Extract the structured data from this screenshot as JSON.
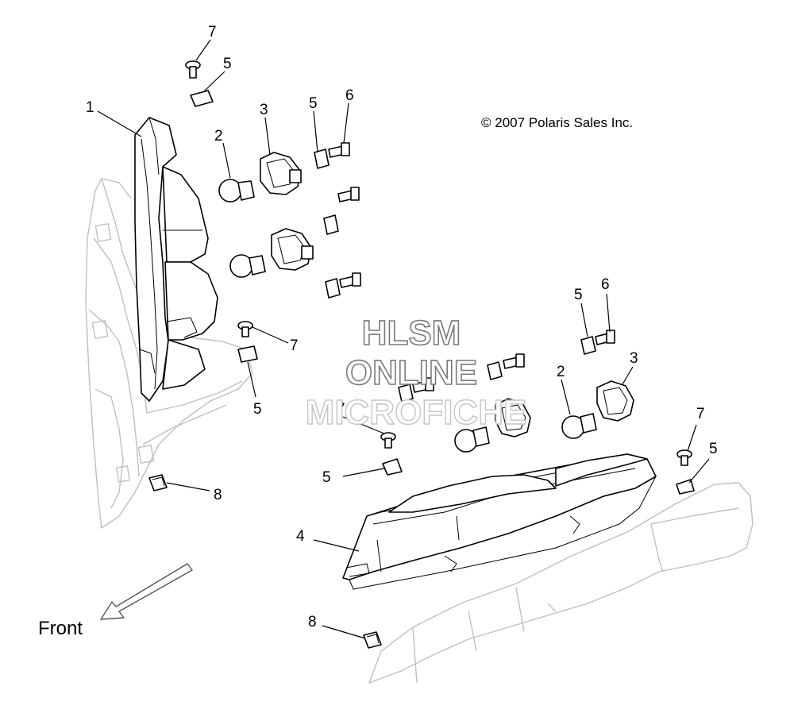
{
  "copyright": "© 2007 Polaris Sales Inc.",
  "watermark": {
    "line1": "HLSM",
    "line2": "ONLINE",
    "line3": "MICROFICHE"
  },
  "front_label": "Front",
  "callouts": {
    "c1": "1",
    "c2a": "2",
    "c2b": "2",
    "c3a": "3",
    "c3b": "3",
    "c4": "4",
    "c5a": "5",
    "c5b": "5",
    "c5c": "5",
    "c5d": "5",
    "c5e": "5",
    "c5f": "5",
    "c6a": "6",
    "c6b": "6",
    "c7a": "7",
    "c7b": "7",
    "c7c": "7",
    "c7d": "7",
    "c8a": "8",
    "c8b": "8"
  }
}
